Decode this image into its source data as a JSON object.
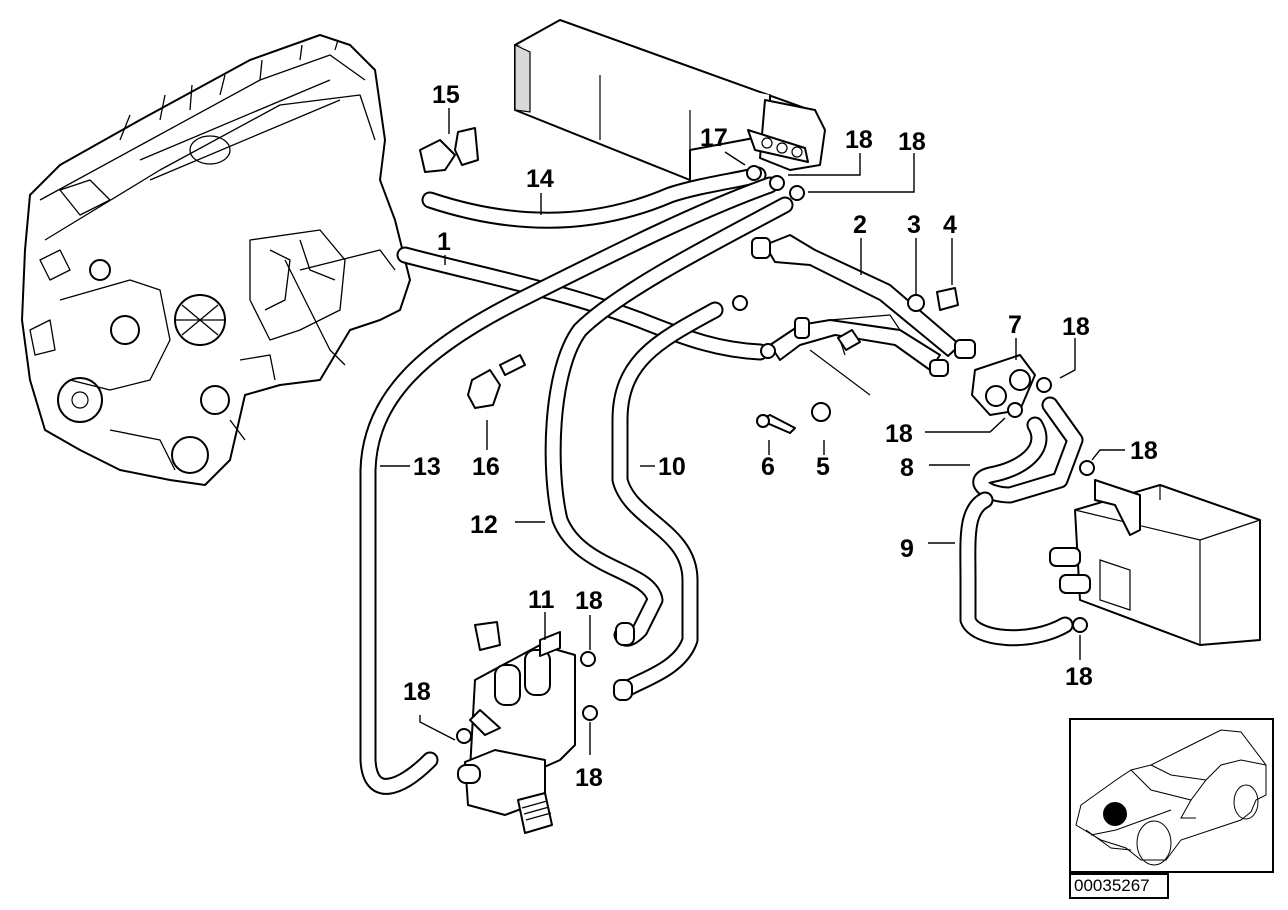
{
  "diagram": {
    "type": "parts-exploded-view",
    "subject": "heater coolant hoses and water valve",
    "diagram_number": "00035267",
    "callouts": [
      {
        "id": "c1",
        "label": "1"
      },
      {
        "id": "c2",
        "label": "2"
      },
      {
        "id": "c3",
        "label": "3"
      },
      {
        "id": "c4",
        "label": "4"
      },
      {
        "id": "c5",
        "label": "5"
      },
      {
        "id": "c6",
        "label": "6"
      },
      {
        "id": "c7",
        "label": "7"
      },
      {
        "id": "c8",
        "label": "8"
      },
      {
        "id": "c9",
        "label": "9"
      },
      {
        "id": "c10",
        "label": "10"
      },
      {
        "id": "c11",
        "label": "11"
      },
      {
        "id": "c12",
        "label": "12"
      },
      {
        "id": "c13",
        "label": "13"
      },
      {
        "id": "c14",
        "label": "14"
      },
      {
        "id": "c15",
        "label": "15"
      },
      {
        "id": "c16",
        "label": "16"
      },
      {
        "id": "c17",
        "label": "17"
      },
      {
        "id": "c18a",
        "label": "18"
      },
      {
        "id": "c18b",
        "label": "18"
      },
      {
        "id": "c18c",
        "label": "18"
      },
      {
        "id": "c18d",
        "label": "18"
      },
      {
        "id": "c18e",
        "label": "18"
      },
      {
        "id": "c18f",
        "label": "18"
      },
      {
        "id": "c18g",
        "label": "18"
      },
      {
        "id": "c18h",
        "label": "18"
      },
      {
        "id": "c18i",
        "label": "18"
      }
    ],
    "inset": {
      "description": "vehicle location view",
      "marker_color": "#000000"
    },
    "colors": {
      "line": "#000000",
      "background": "#ffffff",
      "shade": "#d9d9d9"
    }
  }
}
